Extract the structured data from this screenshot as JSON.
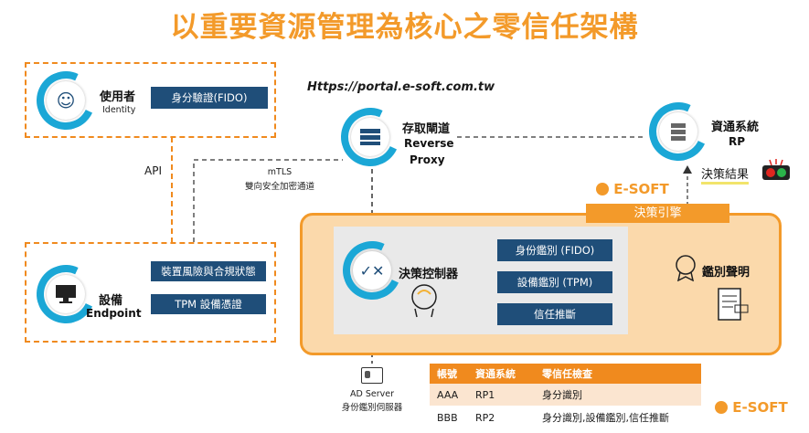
{
  "title": "以重要資源管理為核心之零信任架構",
  "url": "Https://portal.e-soft.com.tw",
  "identity": {
    "name": "使用者",
    "sub": "Identity",
    "box": "身分驗證(FIDO)"
  },
  "api_label": "API",
  "mtls": {
    "line1": "mTLS",
    "line2": "雙向安全加密通道"
  },
  "endpoint": {
    "name": "設備",
    "sub": "Endpoint",
    "box1": "裝置風險與合規狀態",
    "box2": "TPM 設備憑證"
  },
  "proxy": {
    "name": "存取閘道",
    "sub1": "Reverse",
    "sub2": "Proxy"
  },
  "rp": {
    "name": "資通系統",
    "sub": "RP"
  },
  "decision_result": "決策結果",
  "brand": "E-SOFT",
  "engine_label": "決策引擎",
  "controller": "決策控制器",
  "checks": [
    "身份鑑別 (FIDO)",
    "設備鑑別 (TPM)",
    "信任推斷"
  ],
  "attestation": "鑑別聲明",
  "ad_server": {
    "line1": "AD Server",
    "line2": "身份鑑別伺服器"
  },
  "table": {
    "headers": [
      "帳號",
      "資通系統",
      "零信任檢查"
    ],
    "rows": [
      [
        "AAA",
        "RP1",
        "身分識別"
      ],
      [
        "BBB",
        "RP2",
        "身分識別,設備鑑別,信任推斷"
      ]
    ]
  },
  "colors": {
    "accent": "#f39a2a",
    "navy": "#1f4e79",
    "ring": "#1ba7d6"
  }
}
